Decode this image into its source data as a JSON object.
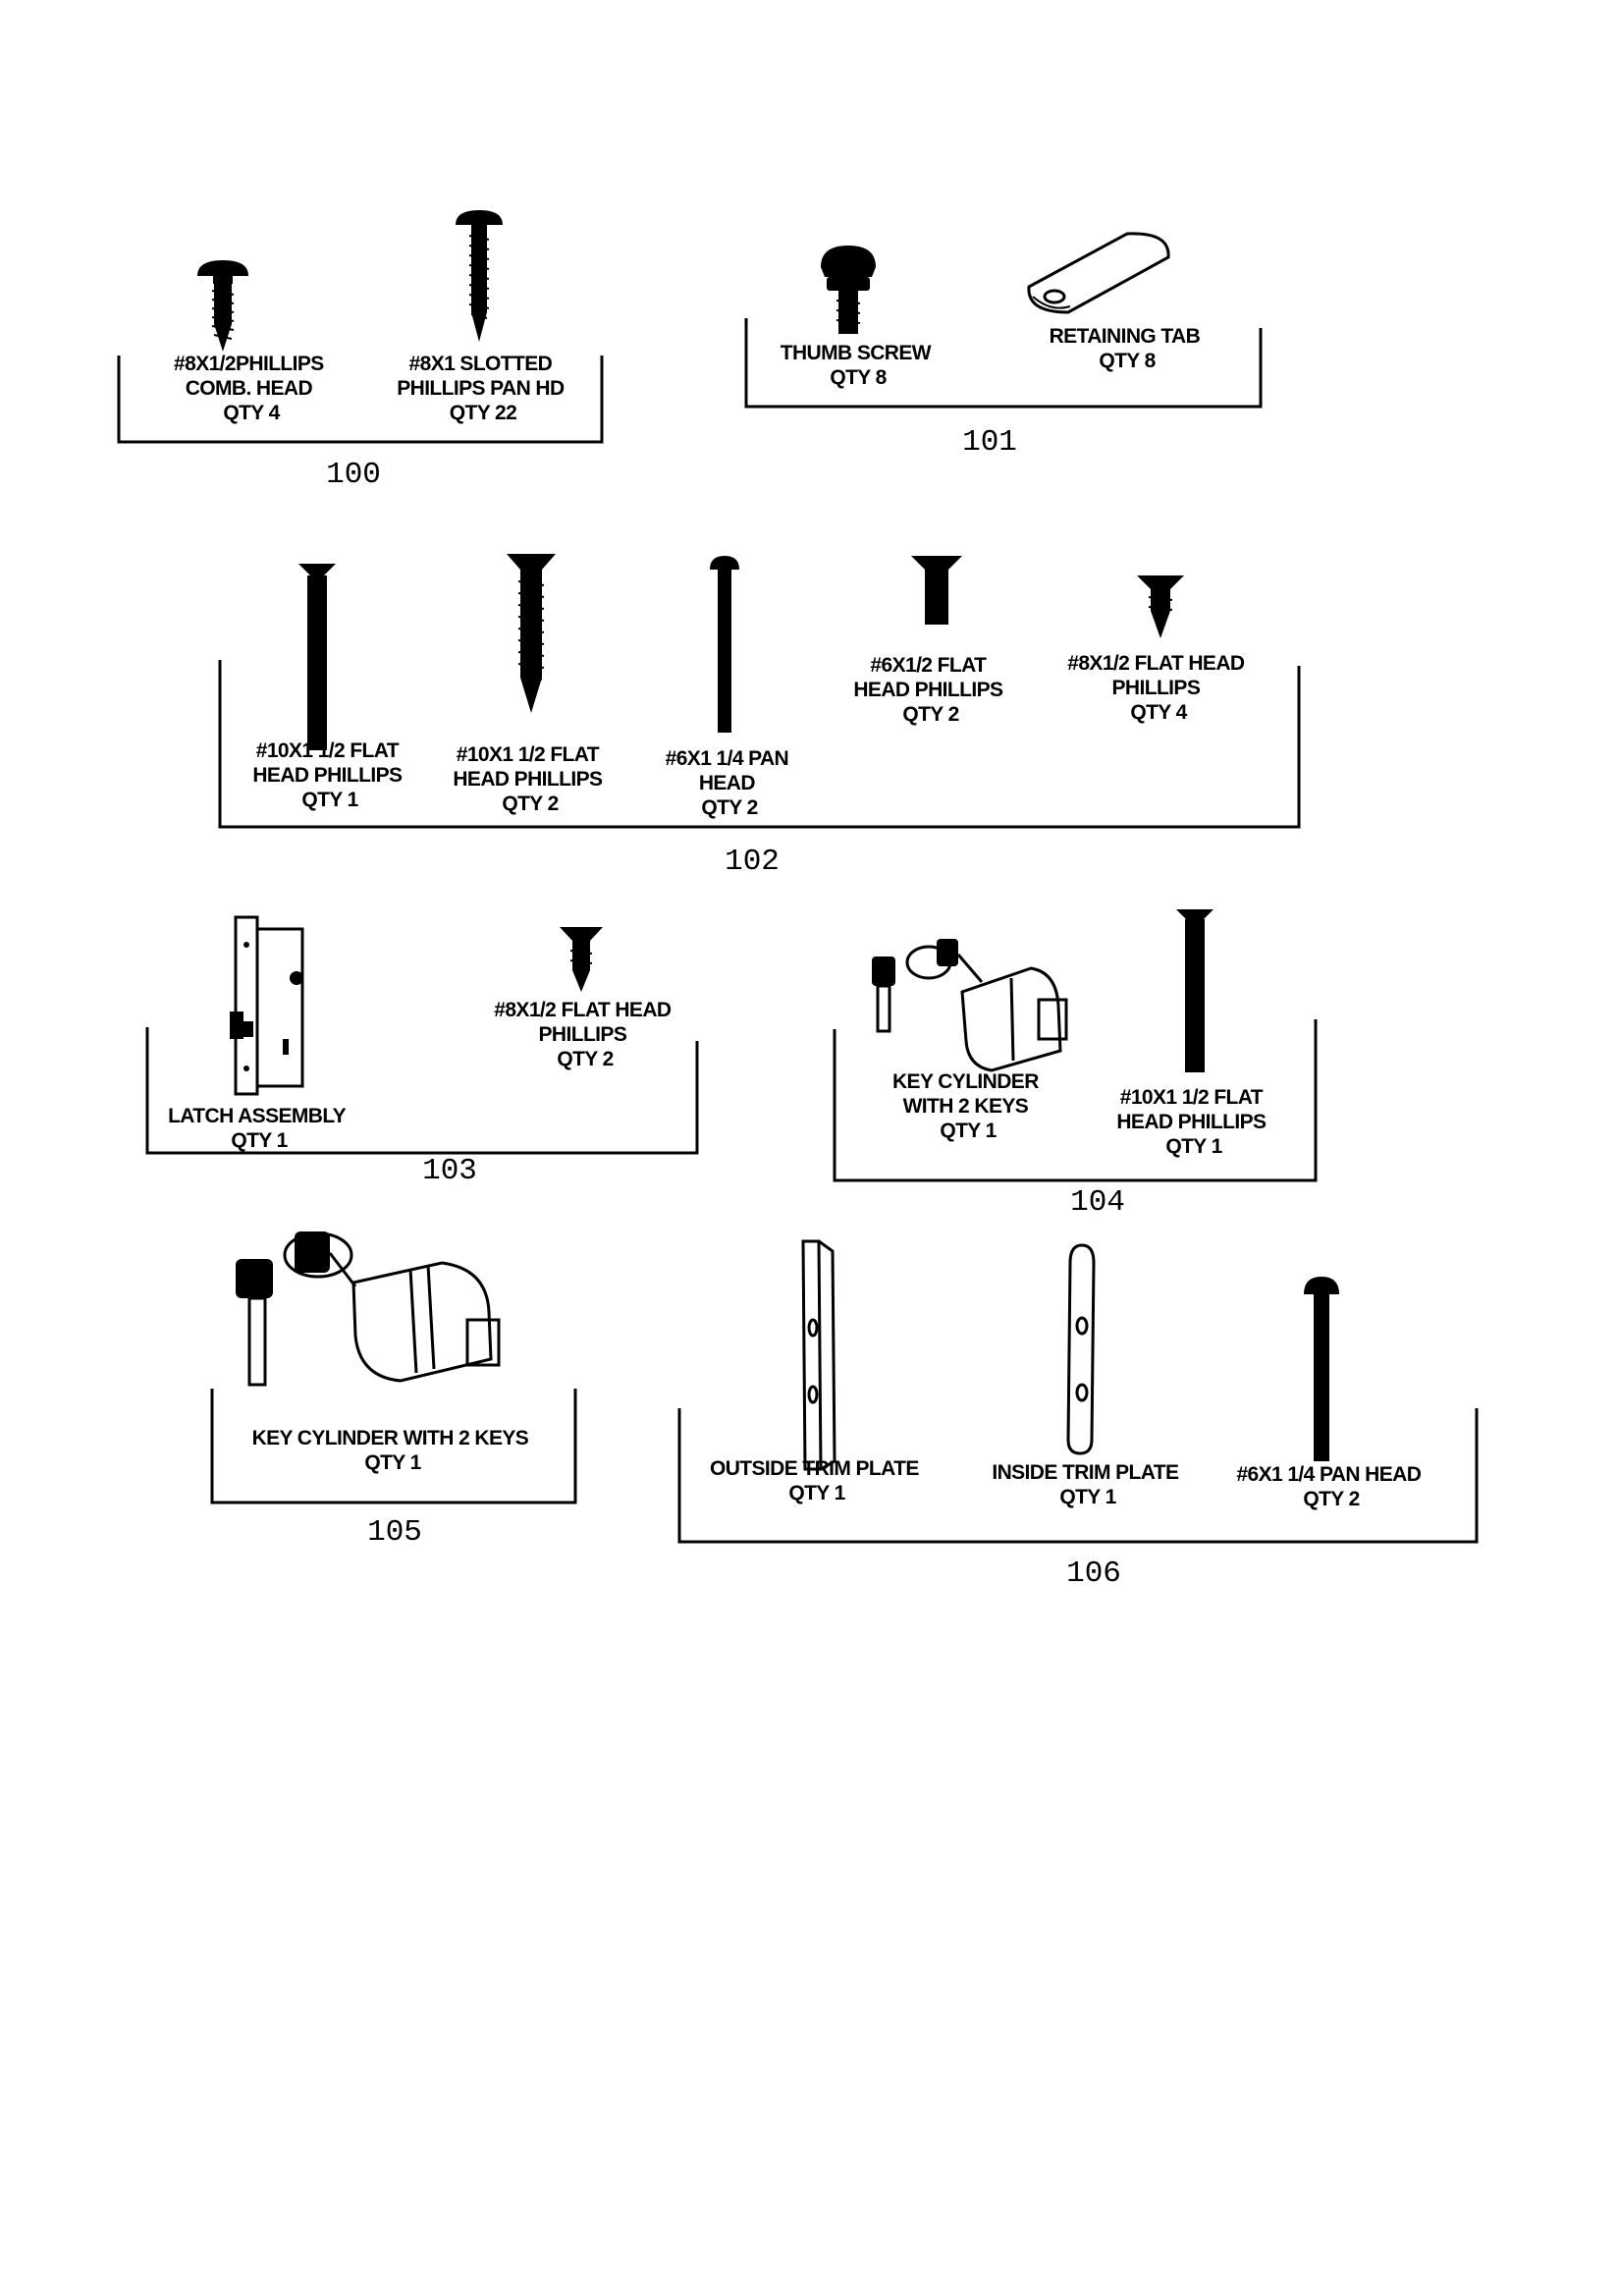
{
  "groups": [
    {
      "number": "100",
      "parts": [
        {
          "icon": "pan-head-screw-icon",
          "lines": [
            "#8X1/2PHILLIPS",
            "COMB. HEAD",
            "QTY 4"
          ]
        },
        {
          "icon": "pan-head-screw-icon",
          "lines": [
            "#8X1 SLOTTED",
            "PHILLIPS PAN HD",
            "QTY 22"
          ]
        }
      ]
    },
    {
      "number": "101",
      "parts": [
        {
          "icon": "thumb-screw-icon",
          "lines": [
            "THUMB SCREW",
            "QTY 8"
          ]
        },
        {
          "icon": "retaining-tab-icon",
          "lines": [
            "RETAINING TAB",
            "QTY 8"
          ]
        }
      ]
    },
    {
      "number": "102",
      "parts": [
        {
          "icon": "flat-head-screw-icon",
          "lines": [
            "#10X1 1/2 FLAT",
            "HEAD PHILLIPS",
            "QTY 1"
          ]
        },
        {
          "icon": "flat-head-screw-icon",
          "lines": [
            "#10X1 1/2 FLAT",
            "HEAD PHILLIPS",
            "QTY 2"
          ]
        },
        {
          "icon": "pan-head-screw-icon",
          "lines": [
            "#6X1 1/4 PAN",
            "HEAD",
            "QTY 2"
          ]
        },
        {
          "icon": "flat-head-screw-icon",
          "lines": [
            "#6X1/2 FLAT",
            "HEAD PHILLIPS",
            "QTY 2"
          ]
        },
        {
          "icon": "flat-head-screw-icon",
          "lines": [
            "#8X1/2 FLAT HEAD",
            "PHILLIPS",
            "QTY 4"
          ]
        }
      ]
    },
    {
      "number": "103",
      "parts": [
        {
          "icon": "latch-assembly-icon",
          "lines": [
            "LATCH ASSEMBLY",
            "QTY 1"
          ]
        },
        {
          "icon": "flat-head-screw-icon",
          "lines": [
            "#8X1/2 FLAT HEAD",
            "PHILLIPS",
            "QTY 2"
          ]
        }
      ]
    },
    {
      "number": "104",
      "parts": [
        {
          "icon": "key-cylinder-icon",
          "lines": [
            "KEY CYLINDER",
            "WITH 2 KEYS",
            "QTY 1"
          ]
        },
        {
          "icon": "flat-head-screw-icon",
          "lines": [
            "#10X1 1/2 FLAT",
            "HEAD PHILLIPS",
            "QTY 1"
          ]
        }
      ]
    },
    {
      "number": "105",
      "parts": [
        {
          "icon": "key-cylinder-icon",
          "lines": [
            "KEY CYLINDER WITH 2 KEYS",
            "QTY 1"
          ]
        }
      ]
    },
    {
      "number": "106",
      "parts": [
        {
          "icon": "outside-trim-plate-icon",
          "lines": [
            "OUTSIDE TRIM PLATE",
            "QTY 1"
          ]
        },
        {
          "icon": "inside-trim-plate-icon",
          "lines": [
            "INSIDE TRIM PLATE",
            "QTY 1"
          ]
        },
        {
          "icon": "pan-head-screw-icon",
          "lines": [
            "#6X1 1/4 PAN HEAD",
            "QTY 2"
          ]
        }
      ]
    }
  ]
}
